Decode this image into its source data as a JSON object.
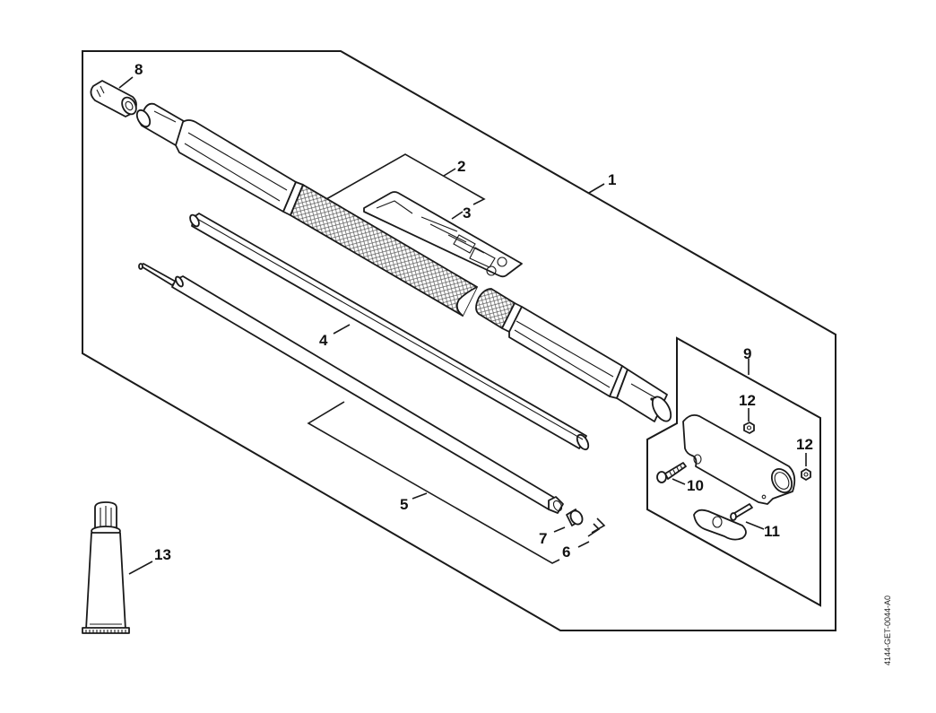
{
  "diagram": {
    "type": "exploded-parts-view",
    "document_id": "4144-GET-0044-A0",
    "callouts": [
      {
        "number": "1",
        "part": "drive-tube-assembly"
      },
      {
        "number": "2",
        "part": "label-set"
      },
      {
        "number": "3",
        "part": "label"
      },
      {
        "number": "4",
        "part": "inner-tube"
      },
      {
        "number": "5",
        "part": "drive-shaft"
      },
      {
        "number": "6",
        "part": "spring-clip"
      },
      {
        "number": "7",
        "part": "bushing"
      },
      {
        "number": "8",
        "part": "end-cap"
      },
      {
        "number": "9",
        "part": "clamp-assembly"
      },
      {
        "number": "10",
        "part": "screw"
      },
      {
        "number": "11",
        "part": "wing-screw"
      },
      {
        "number": "12",
        "part": "nut"
      },
      {
        "number": "12",
        "part": "nut"
      },
      {
        "number": "13",
        "part": "grease-tube"
      }
    ]
  }
}
